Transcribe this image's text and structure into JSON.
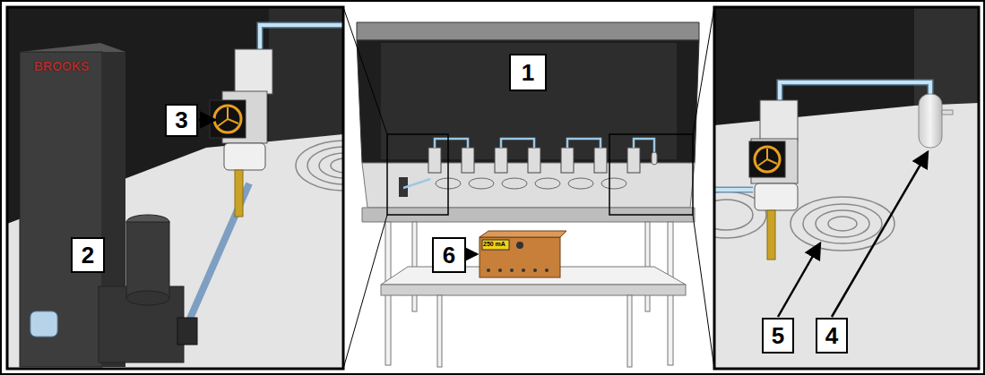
{
  "diagram": {
    "nodes": [
      {
        "text": [
          "1"
        ]
      },
      {
        "text": [
          "3"
        ]
      },
      {
        "text": [
          "2"
        ]
      },
      {
        "text": [
          "6"
        ]
      },
      {
        "text": [
          "5"
        ]
      },
      {
        "text": [
          "4"
        ]
      }
    ],
    "labels": [
      "BROOKS",
      "250 mA"
    ]
  }
}
